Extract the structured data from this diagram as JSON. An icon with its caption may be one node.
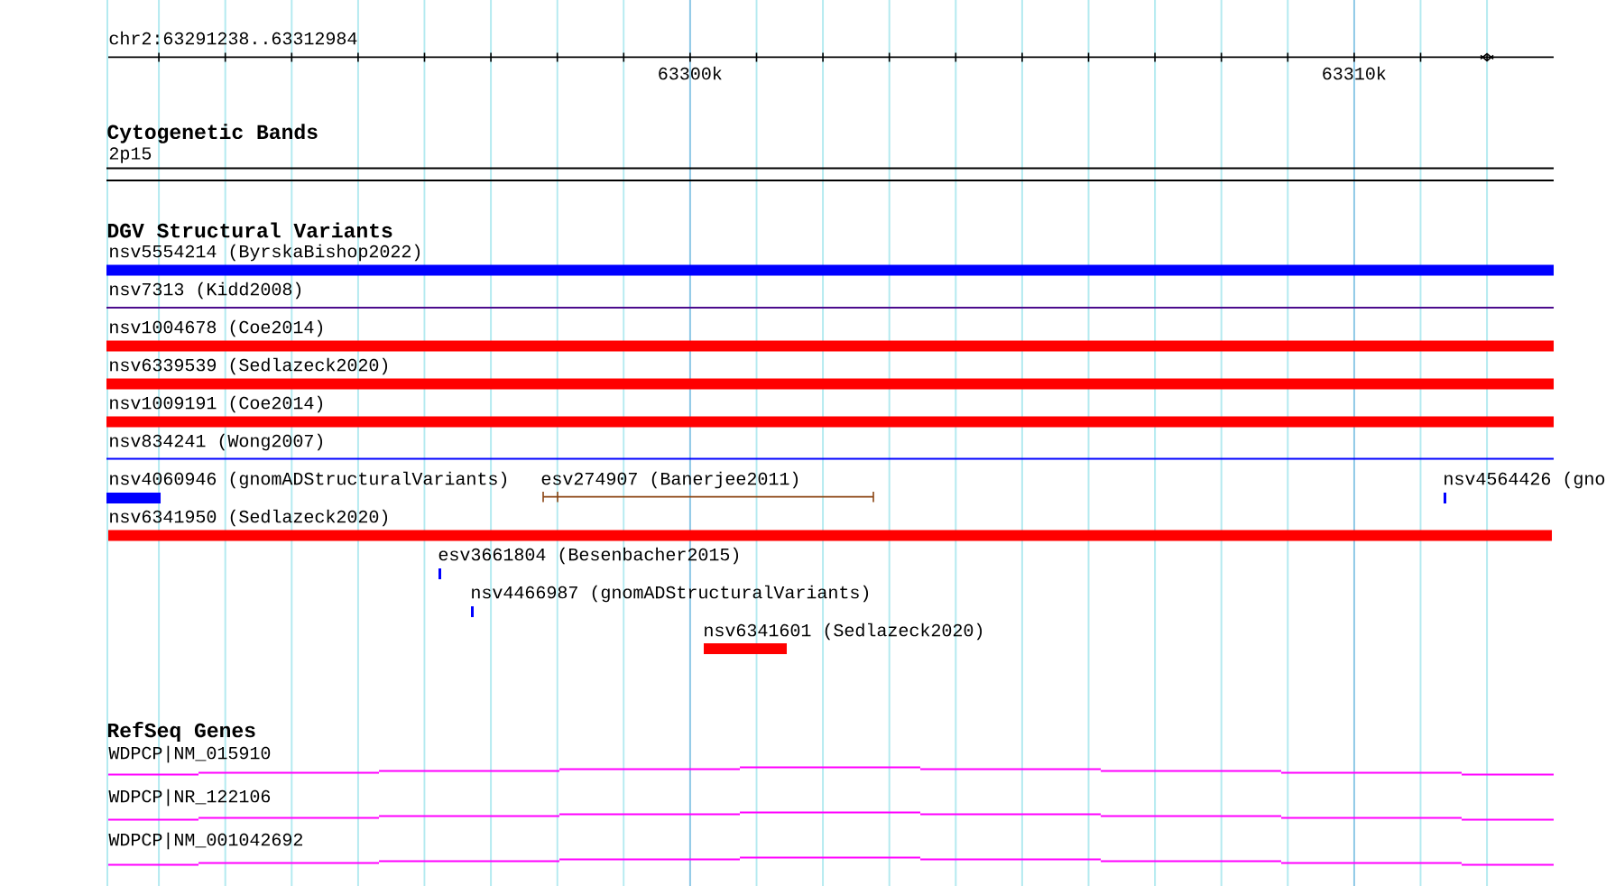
{
  "diagram": {
    "labels": [
      "chr2:63291238..63312984",
      "63300k",
      "63310k",
      "Cytogenetic Bands",
      "2p15",
      "DGV Structural Variants",
      "nsv5554214 (ByrskaBishop2022)",
      "nsv7313 (Kidd2008)",
      "nsv1004678 (Coe2014)",
      "nsv6339539 (Sedlazeck2020)",
      "nsv1009191 (Coe2014)",
      "nsv834241 (Wong2007)",
      "nsv4060946 (gnomADStructuralVariants)",
      "esv274907 (Banerjee2011)",
      "nsv4564426 (gno",
      "nsv6341950 (Sedlazeck2020)",
      "esv3661804 (Besenbacher2015)",
      "nsv4466987 (gnomADStructuralVariants)",
      "nsv6341601 (Sedlazeck2020)",
      "RefSeq Genes",
      "WDPCP|NM_015910",
      "WDPCP|NR_122106",
      "WDPCP|NM_001042692"
    ]
  }
}
